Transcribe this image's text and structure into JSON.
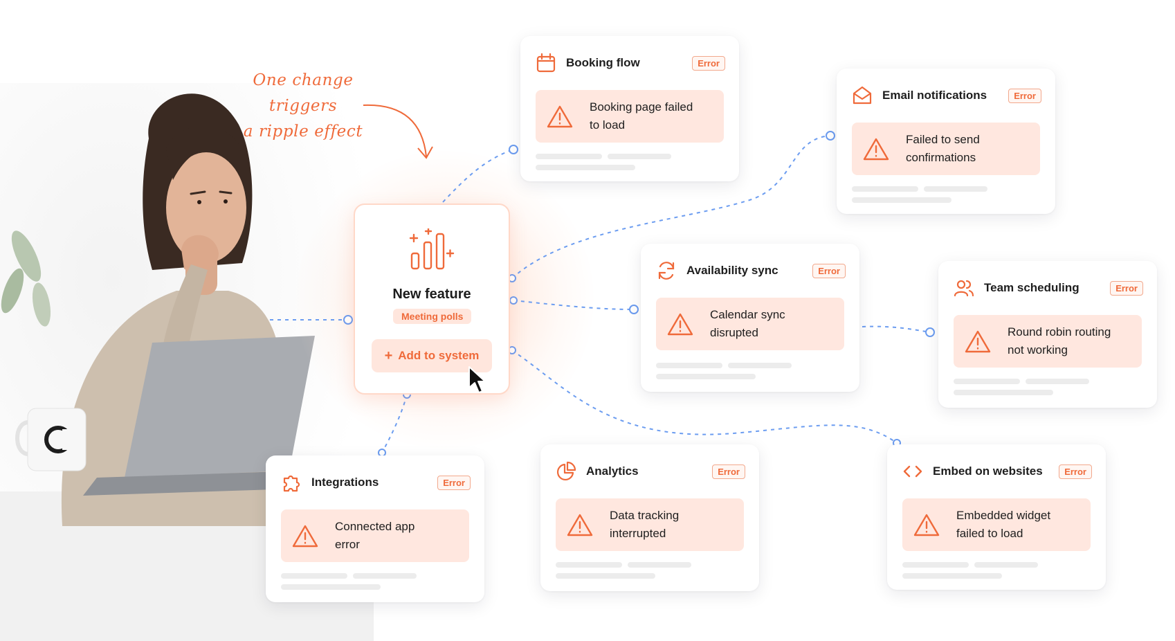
{
  "annotation": {
    "line1": "One change triggers",
    "line2": "a ripple effect"
  },
  "feature": {
    "title": "New feature",
    "tag": "Meeting polls",
    "button_label": "Add to system",
    "button_icon": "plus-icon",
    "icon": "bar-chart-sparkle-icon"
  },
  "cards": [
    {
      "id": "booking",
      "title": "Booking flow",
      "badge": "Error",
      "icon": "calendar-icon",
      "alert_line1": "Booking page failed",
      "alert_line2": "to load"
    },
    {
      "id": "email",
      "title": "Email notifications",
      "badge": "Error",
      "icon": "envelope-icon",
      "alert_line1": "Failed to send",
      "alert_line2": "confirmations"
    },
    {
      "id": "availability",
      "title": "Availability sync",
      "badge": "Error",
      "icon": "sync-icon",
      "alert_line1": "Calendar sync",
      "alert_line2": "disrupted"
    },
    {
      "id": "team",
      "title": "Team scheduling",
      "badge": "Error",
      "icon": "users-icon",
      "alert_line1": "Round robin routing",
      "alert_line2": "not working"
    },
    {
      "id": "integrations",
      "title": "Integrations",
      "badge": "Error",
      "icon": "puzzle-icon",
      "alert_line1": "Connected app",
      "alert_line2": "error"
    },
    {
      "id": "analytics",
      "title": "Analytics",
      "badge": "Error",
      "icon": "pie-chart-icon",
      "alert_line1": "Data tracking",
      "alert_line2": "interrupted"
    },
    {
      "id": "embed",
      "title": "Embed on websites",
      "badge": "Error",
      "icon": "code-icon",
      "alert_line1": "Embedded widget",
      "alert_line2": "failed to load"
    }
  ],
  "colors": {
    "accent": "#ef6a3a",
    "alert_bg": "#ffe7df",
    "connector": "#6b9cf0"
  }
}
